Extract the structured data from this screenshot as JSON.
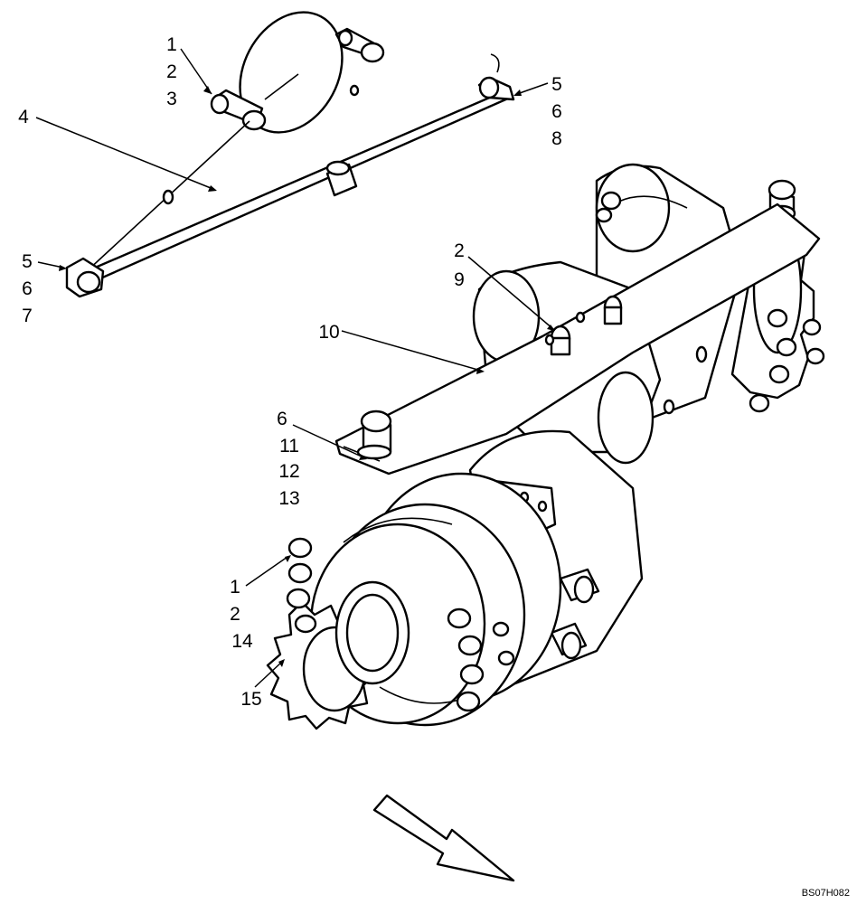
{
  "callouts": [
    {
      "id": "c1",
      "lines": [
        "1",
        "2",
        "3"
      ]
    },
    {
      "id": "c2",
      "lines": [
        "4"
      ]
    },
    {
      "id": "c3",
      "lines": [
        "5",
        "6",
        "8"
      ]
    },
    {
      "id": "c4",
      "lines": [
        "5",
        "6",
        "7"
      ]
    },
    {
      "id": "c5",
      "lines": [
        "2",
        "9"
      ]
    },
    {
      "id": "c6",
      "lines": [
        "10"
      ]
    },
    {
      "id": "c7",
      "lines": [
        "6",
        "11",
        "12",
        "13"
      ]
    },
    {
      "id": "c8",
      "lines": [
        "1",
        "2",
        "14"
      ]
    },
    {
      "id": "c9",
      "lines": [
        "15"
      ]
    }
  ],
  "drawing_code": "BS07H082"
}
